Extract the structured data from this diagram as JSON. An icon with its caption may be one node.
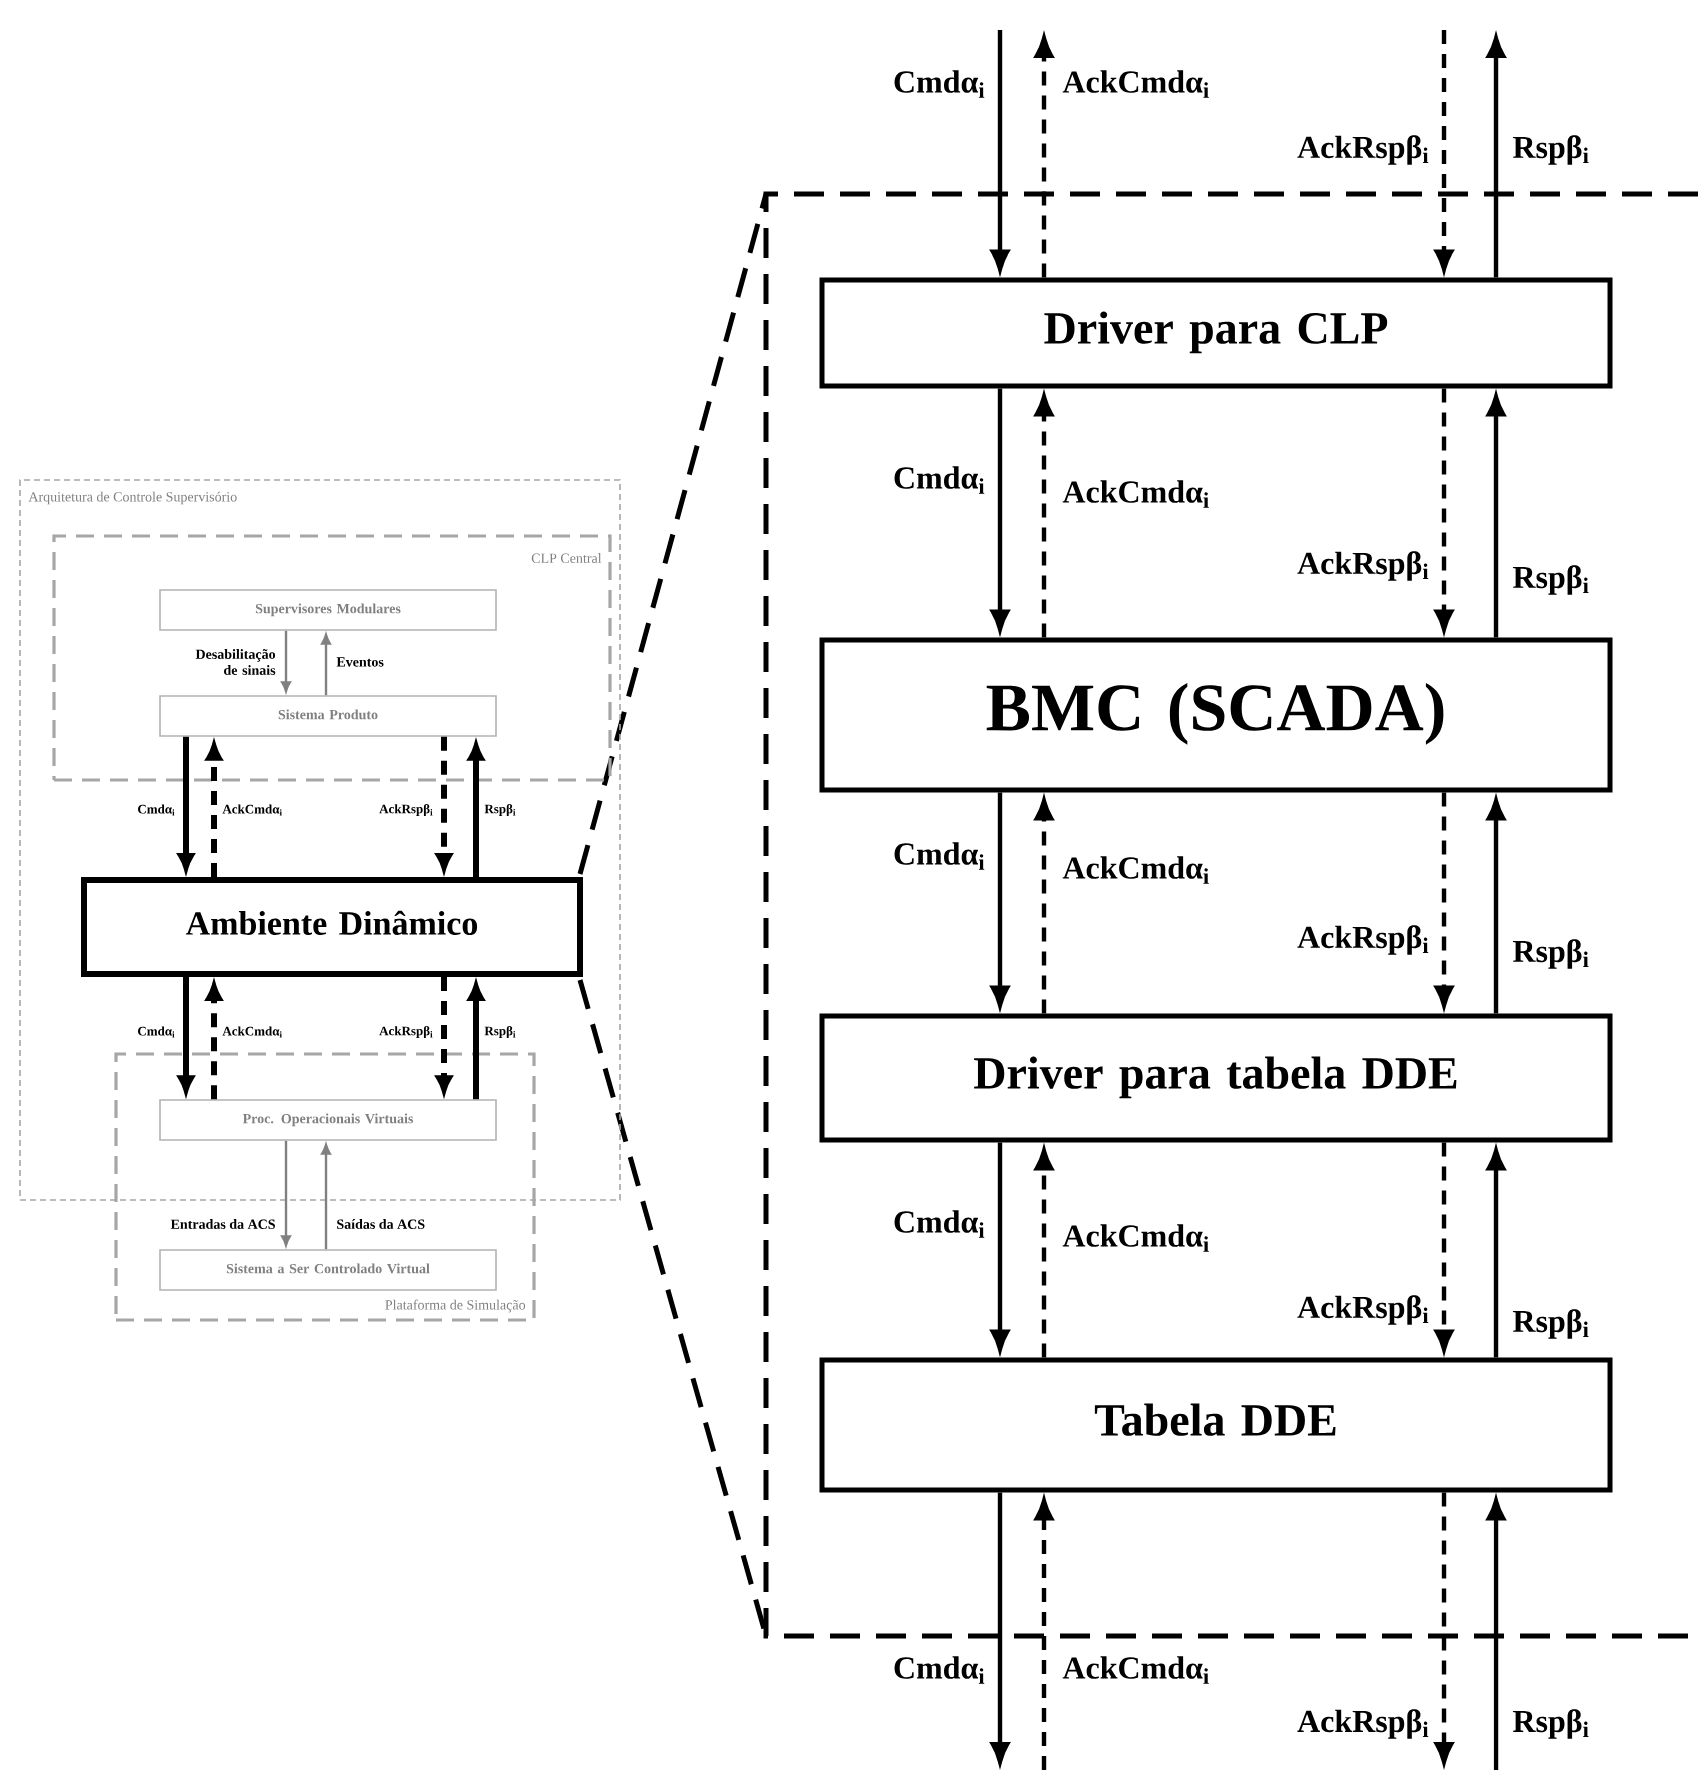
{
  "diagram": {
    "nodes": [
      {
        "text": [
          "Arquitetura de Controle Supervisório"
        ]
      },
      {
        "text": [
          "CLP Central"
        ],
        "in": 0
      },
      {
        "text": [
          "Supervisores Modulares"
        ],
        "in": 1
      },
      {
        "text": [
          "Sistema Produto"
        ],
        "in": 1
      },
      {
        "text": [
          "Ambiente Dinâmico"
        ],
        "in": 0
      },
      {
        "text": [
          "Plataforma de Simulação"
        ]
      },
      {
        "text": [
          "Proc. Operacionais Virtuais"
        ]
      },
      {
        "text": [
          "Sistema a Ser Controlado Virtual"
        ],
        "in": 5
      },
      {
        "text": [
          "Driver para CLP"
        ]
      },
      {
        "text": [
          "BMC (SCADA)"
        ]
      },
      {
        "text": [
          "Driver para tabela DDE"
        ]
      },
      {
        "text": [
          "Tabela DDE"
        ]
      }
    ],
    "edges": [
      {
        "from": 2,
        "to": 3,
        "arrow": "to",
        "label": "Desabilitação de sinais",
        "color": "#808080"
      },
      {
        "from": 3,
        "to": 2,
        "arrow": "to",
        "label": "Eventos",
        "color": "#808080"
      },
      {
        "from": 3,
        "to": 4,
        "arrow": "to",
        "label": "Cmdα$_{i}$"
      },
      {
        "from": 4,
        "to": 3,
        "arrow": "to",
        "label": "AckCmdα$_{i}$",
        "style": "dashed"
      },
      {
        "from": 3,
        "to": 4,
        "arrow": "to",
        "label": "AckRspβ$_{i}$",
        "style": "dashed"
      },
      {
        "from": 4,
        "to": 3,
        "arrow": "to",
        "label": "Rspβ$_{i}$"
      },
      {
        "from": 4,
        "to": 6,
        "arrow": "to",
        "label": "Cmdα$_{i}$"
      },
      {
        "from": 6,
        "to": 4,
        "arrow": "to",
        "label": "AckCmdα$_{i}$",
        "style": "dashed"
      },
      {
        "from": 4,
        "to": 6,
        "arrow": "to",
        "label": "AckRspβ$_{i}$",
        "style": "dashed"
      },
      {
        "from": 6,
        "to": 4,
        "arrow": "to",
        "label": "Rspβ$_{i}$"
      },
      {
        "from": 6,
        "to": 7,
        "arrow": "to",
        "label": "Entradas da ACS",
        "color": "#808080"
      },
      {
        "from": 7,
        "to": 6,
        "arrow": "to",
        "label": "Saídas da ACS",
        "color": "#808080"
      },
      {
        "from": null,
        "to": 8,
        "arrow": "to",
        "label": "Cmdα$_{i}$"
      },
      {
        "from": 8,
        "to": null,
        "arrow": "to",
        "label": "AckCmdα$_{i}$",
        "style": "dashed"
      },
      {
        "from": null,
        "to": 8,
        "arrow": "to",
        "label": "AckRspβ$_{i}$",
        "style": "dashed"
      },
      {
        "from": 8,
        "to": null,
        "arrow": "to",
        "label": "Rspβ$_{i}$"
      },
      {
        "from": 8,
        "to": 9,
        "arrow": "to",
        "label": "Cmdα$_{i}$"
      },
      {
        "from": 9,
        "to": 8,
        "arrow": "to",
        "label": "AckCmdα$_{i}$",
        "style": "dashed"
      },
      {
        "from": 8,
        "to": 9,
        "arrow": "to",
        "label": "AckRspβ$_{i}$",
        "style": "dashed"
      },
      {
        "from": 9,
        "to": 8,
        "arrow": "to",
        "label": "Rspβ$_{i}$"
      },
      {
        "from": 9,
        "to": 10,
        "arrow": "to",
        "label": "Cmdα$_{i}$"
      },
      {
        "from": 10,
        "to": 9,
        "arrow": "to",
        "label": "AckCmdα$_{i}$",
        "style": "dashed"
      },
      {
        "from": 9,
        "to": 10,
        "arrow": "to",
        "label": "AckRspβ$_{i}$",
        "style": "dashed"
      },
      {
        "from": 10,
        "to": 9,
        "arrow": "to",
        "label": "Rspβ$_{i}$"
      },
      {
        "from": 10,
        "to": 11,
        "arrow": "to",
        "label": "Cmdα$_{i}$"
      },
      {
        "from": 11,
        "to": 10,
        "arrow": "to",
        "label": "AckCmdα$_{i}$",
        "style": "dashed"
      },
      {
        "from": 10,
        "to": 11,
        "arrow": "to",
        "label": "AckRspβ$_{i}$",
        "style": "dashed"
      },
      {
        "from": 11,
        "to": 10,
        "arrow": "to",
        "label": "Rspβ$_{i}$"
      },
      {
        "from": 11,
        "to": null,
        "arrow": "to",
        "label": "Cmdα$_{i}$"
      },
      {
        "from": null,
        "to": 11,
        "arrow": "to",
        "label": "AckCmdα$_{i}$",
        "style": "dashed"
      },
      {
        "from": 11,
        "to": null,
        "arrow": "to",
        "label": "AckRspβ$_{i}$",
        "style": "dashed"
      },
      {
        "from": null,
        "to": 11,
        "arrow": "to",
        "label": "Rspβ$_{i}$"
      }
    ]
  }
}
